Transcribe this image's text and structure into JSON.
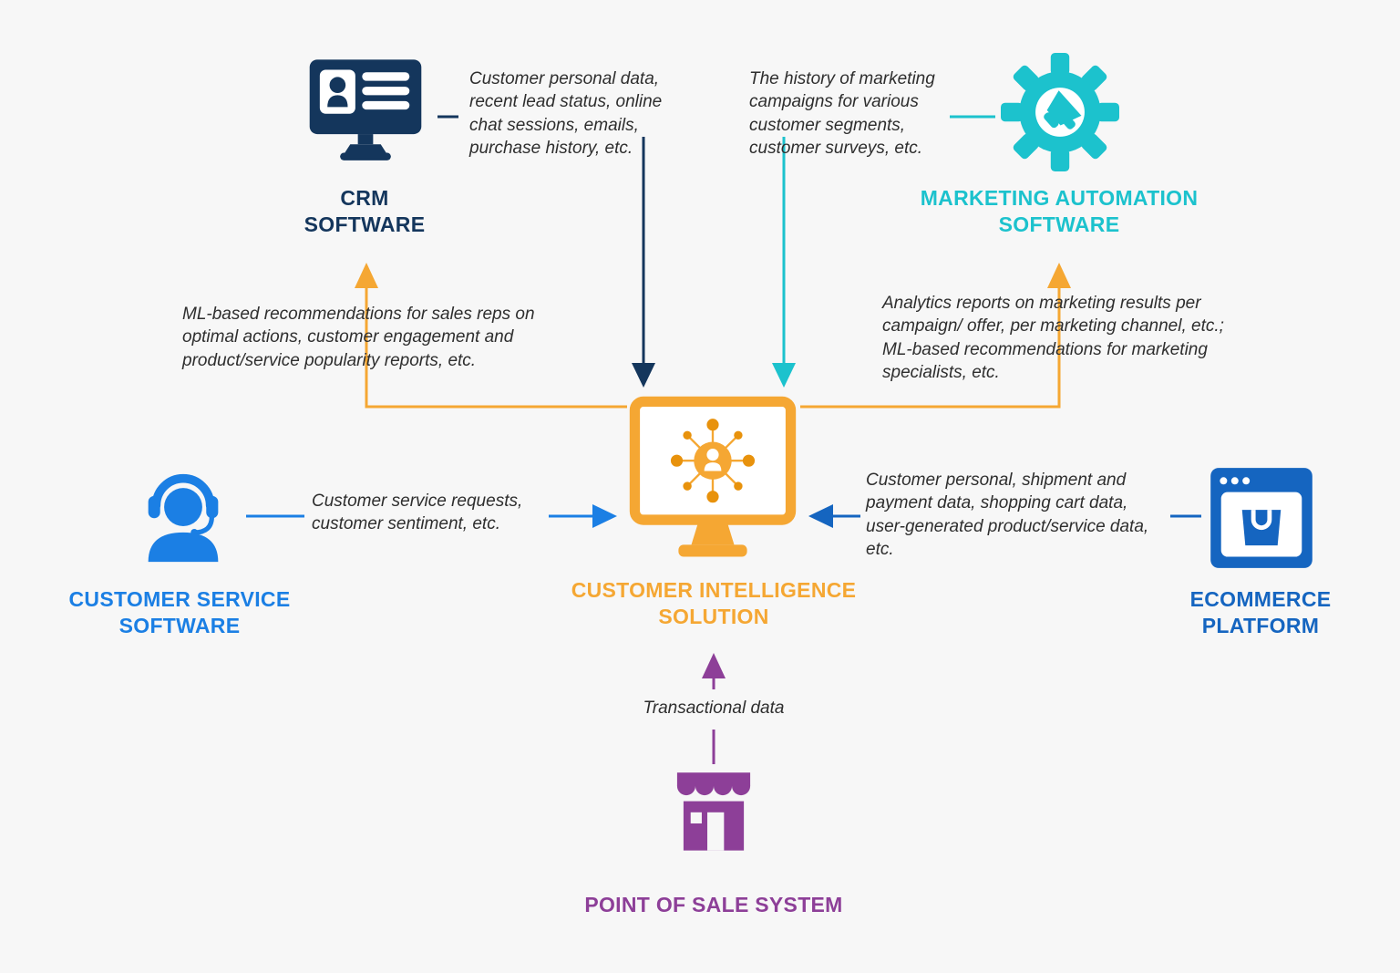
{
  "title": "Customer intelligence solution data-flow diagram",
  "colors": {
    "background": "#f7f7f7",
    "navy": "#14365c",
    "teal": "#1cc2cd",
    "orange": "#f5a733",
    "blue": "#1b7fe4",
    "dark_blue": "#1565c0",
    "purple": "#8d3f98",
    "annotation_text": "#2e2e2e"
  },
  "nodes": {
    "crm": {
      "label": "CRM SOFTWARE",
      "color": "#14365c",
      "icon": "monitor-user-icon"
    },
    "marketing": {
      "label": "MARKETING AUTOMATION SOFTWARE",
      "color": "#1cc2cd",
      "icon": "gear-megaphone-icon"
    },
    "customer_service": {
      "label": "CUSTOMER SERVICE SOFTWARE",
      "color": "#1b7fe4",
      "icon": "headset-agent-icon"
    },
    "center": {
      "label": "CUSTOMER INTELLIGENCE SOLUTION",
      "color": "#f5a733",
      "icon": "monitor-network-icon"
    },
    "ecommerce": {
      "label": "ECOMMERCE PLATFORM",
      "color": "#1565c0",
      "icon": "browser-shopping-bag-icon"
    },
    "pos": {
      "label": "POINT OF SALE SYSTEM",
      "color": "#8d3f98",
      "icon": "storefront-icon"
    }
  },
  "annotations": {
    "crm_to_center": "Customer personal data, recent lead status, online chat sessions, emails, purchase history, etc.",
    "marketing_to_center": "The history of marketing campaigns for various customer segments, customer surveys, etc.",
    "center_to_crm": "ML-based recommendations for sales reps on optimal actions, customer engagement and product/service popularity reports, etc.",
    "center_to_marketing": "Analytics reports on marketing results per campaign/ offer, per marketing channel, etc.; ML-based recommendations for marketing specialists, etc.",
    "customer_service_to_center": "Customer service requests, customer sentiment, etc.",
    "ecommerce_to_center": "Customer personal, shipment and payment data, shopping cart data, user-generated product/service data, etc.",
    "pos_to_center": "Transactional data"
  }
}
